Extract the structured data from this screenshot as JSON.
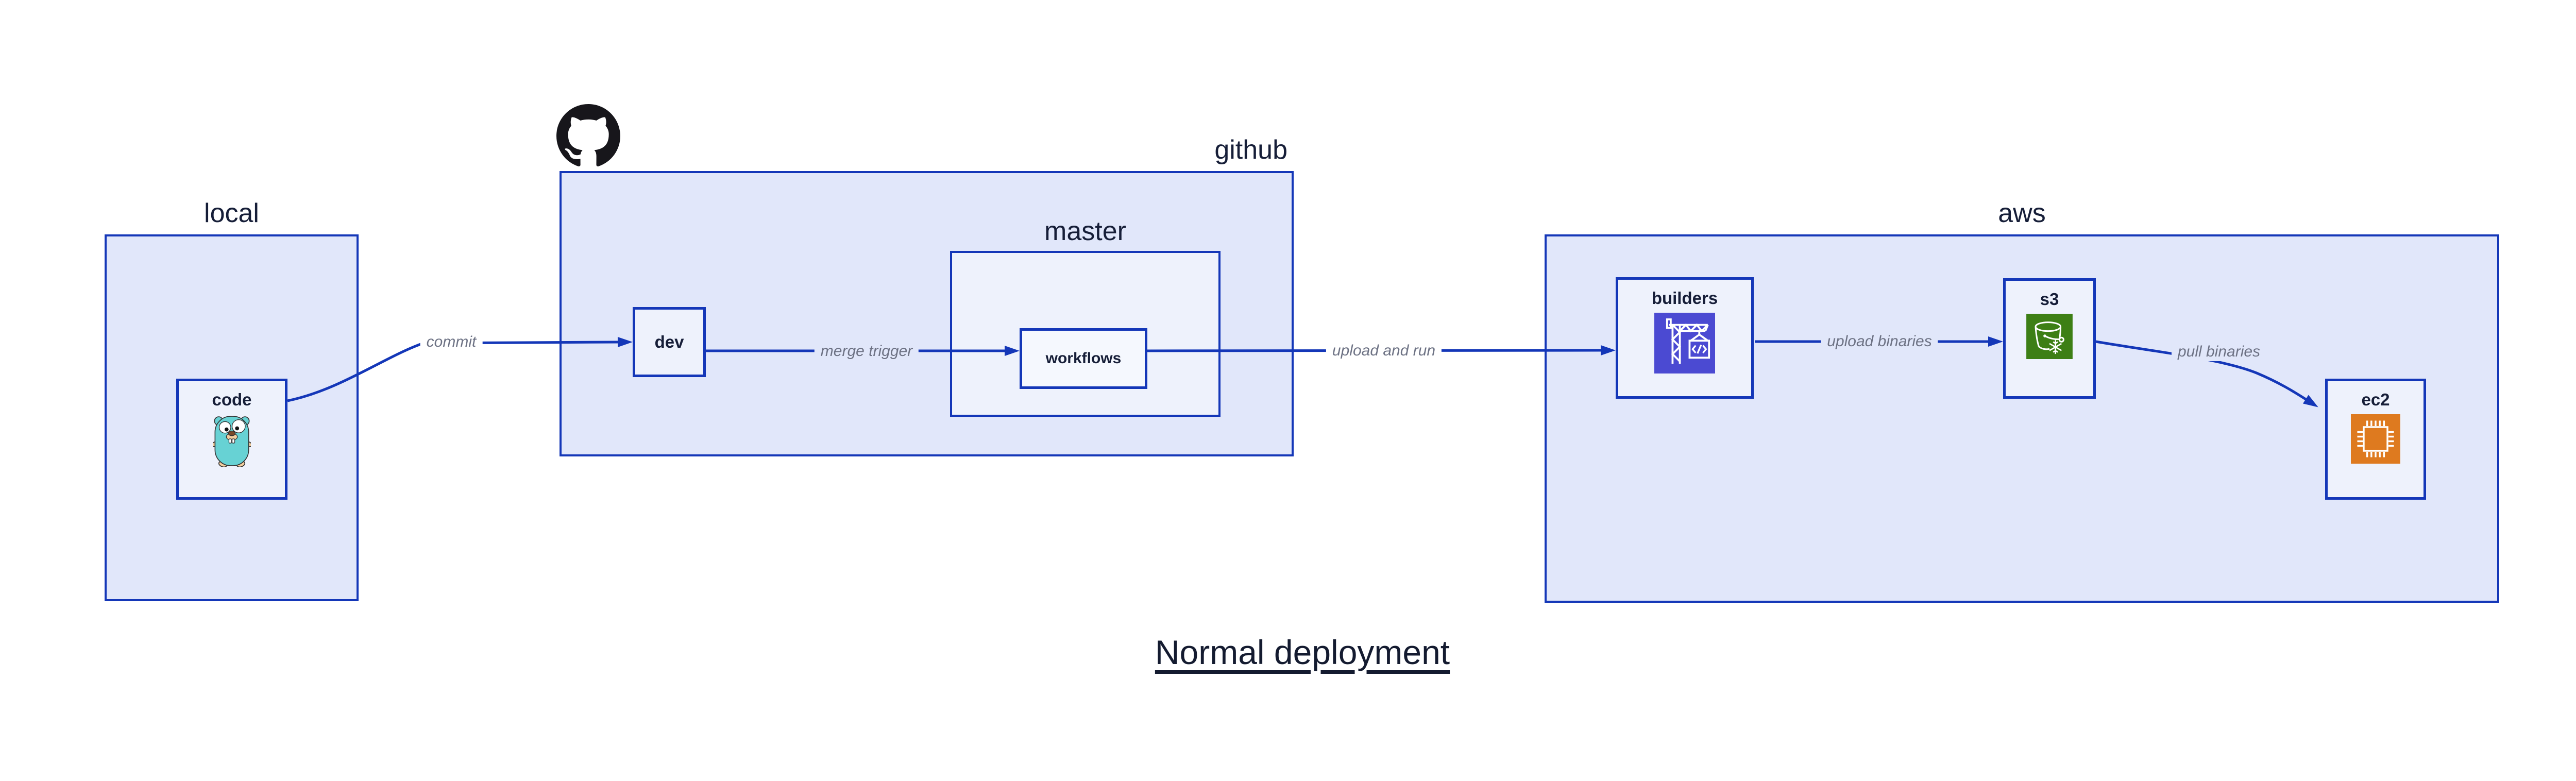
{
  "title": "Normal deployment",
  "groups": {
    "local": {
      "label": "local"
    },
    "github": {
      "label": "github"
    },
    "master": {
      "label": "master"
    },
    "aws": {
      "label": "aws"
    }
  },
  "nodes": {
    "code": {
      "label": "code",
      "icon": "go-gopher-icon"
    },
    "dev": {
      "label": "dev"
    },
    "workflows": {
      "label": "workflows"
    },
    "builders": {
      "label": "builders",
      "icon": "aws-codebuild-crane-icon"
    },
    "s3": {
      "label": "s3",
      "icon": "aws-s3-glacier-bucket-snowflake-icon"
    },
    "ec2": {
      "label": "ec2",
      "icon": "aws-ec2-chip-icon"
    }
  },
  "edges": {
    "commit": {
      "label": "commit"
    },
    "merge_trigger": {
      "label": "merge trigger"
    },
    "upload_and_run": {
      "label": "upload and run"
    },
    "upload_binaries": {
      "label": "upload binaries"
    },
    "pull_binaries": {
      "label": "pull binaries"
    }
  },
  "logos": {
    "github_mark": "github-octocat-logo"
  },
  "colors": {
    "accent_blue": "#1437b8",
    "group_fill": "#e1e7fa",
    "node_fill": "#eef2fc",
    "node_fill_light": "#f5f8fe",
    "text_navy": "#161e38",
    "edge_label_gray": "#6d7284",
    "github_black": "#17161b",
    "gopher_teal": "#67d2d4",
    "codebuild_indigo": "#4b4ad2",
    "s3_green": "#3d7f15",
    "ec2_orange": "#de7a1f",
    "canvas_white": "#ffffff"
  }
}
